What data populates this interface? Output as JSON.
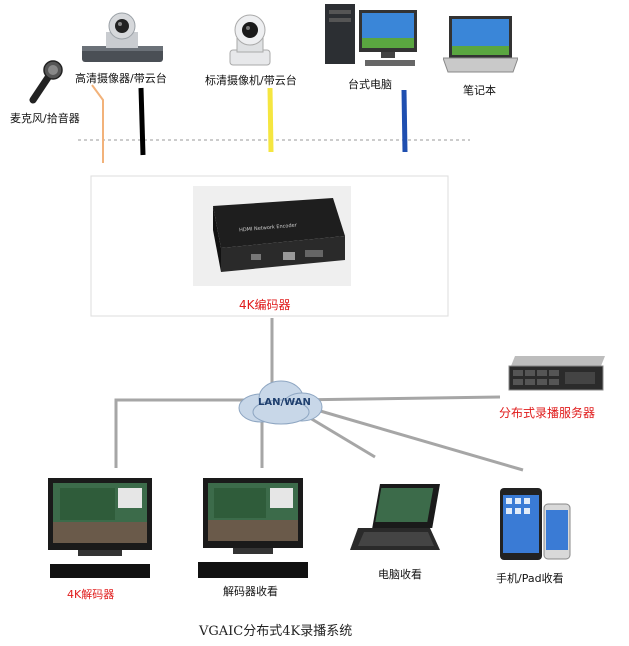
{
  "devices": {
    "microphone": "麦克风/拾音器",
    "hd_camera": "高清摄像器/带云台",
    "sd_camera": "标清摄像机/带云台",
    "desktop": "台式电脑",
    "laptop": "笔记本"
  },
  "encoder": {
    "label": "4K编码器",
    "device_text": "HDMI Network Encoder"
  },
  "network": {
    "cloud_label": "LAN/WAN"
  },
  "server": {
    "label": "分布式录播服务器"
  },
  "receivers": {
    "decoder_4k": "4K解码器",
    "decoder_view": "解码器收看",
    "pc_view": "电脑收看",
    "mobile_view": "手机/Pad收看"
  },
  "title": "VGAIC分布式4K录播系统",
  "colors": {
    "mic_line": "#f2b27a",
    "hd_line": "#000000",
    "sd_line": "#f5e640",
    "pc_line": "#1f4fb0",
    "net_line": "#a6a6a6",
    "label_red": "#e01b1b"
  }
}
